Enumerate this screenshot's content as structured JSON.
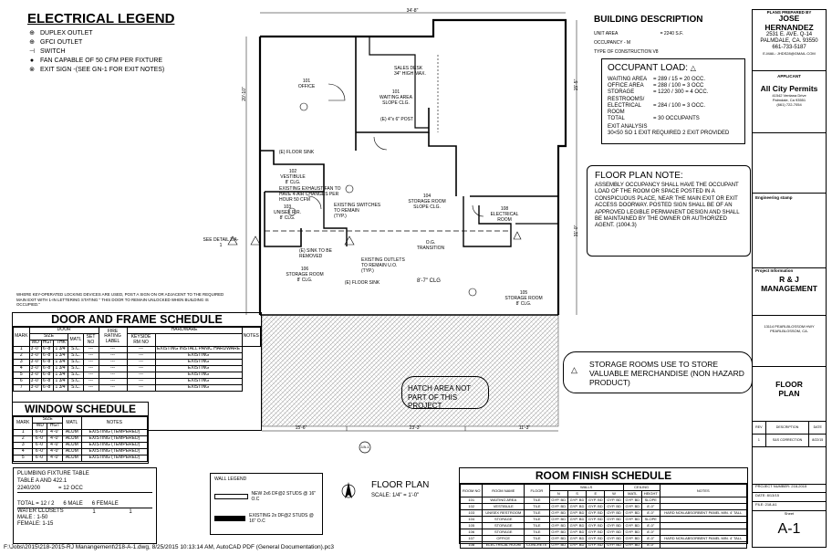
{
  "legend": {
    "title": "ELECTRICAL LEGEND",
    "items": [
      {
        "symbol": "⊕",
        "label": "DUPLEX OUTLET"
      },
      {
        "symbol": "⊕",
        "label": "GFCI OUTLET"
      },
      {
        "symbol": "⊣",
        "label": "SWITCH"
      },
      {
        "symbol": "●",
        "label": "FAN CAPABLE OF 50 CFM PER FIXTURE"
      },
      {
        "symbol": "⊗",
        "label": "EXIT SIGN -(SEE GN-1 FOR EXIT NOTES)"
      }
    ]
  },
  "building_description": {
    "title": "BUILDING DESCRIPTION",
    "unit_area_label": "UNIT AREA",
    "unit_area_value": "= 2240 S.F.",
    "occupancy": "OCCUPANCY - M",
    "construction": "TYPE OF CONSTRUCTION V8"
  },
  "occupant_load": {
    "title": "OCCUPANT LOAD:",
    "rows": [
      {
        "label": "WAITING AREA",
        "calc": "= 289 / 15 = 20 OCC."
      },
      {
        "label": "OFFICE AREA",
        "calc": "= 288 / 100 = 3 OCC"
      },
      {
        "label": "STORAGE",
        "calc": "= 1220 / 300 = 4 OCC."
      },
      {
        "label": "RESTROOMS/",
        "calc": ""
      },
      {
        "label": "ELECTRICAL ROOM",
        "calc": "= 284 / 100 = 3 OCC."
      },
      {
        "label": "TOTAL",
        "calc": "= 30 OCCUPANTS"
      }
    ],
    "exit_analysis": "EXIT ANALYSIS",
    "exit_detail": "30<50 SO 1 EXIT REQUIRED 2 EXIT PROVIDED"
  },
  "floor_plan_note": {
    "title": "FLOOR PLAN NOTE:",
    "body": "ASSEMBLY OCCUPANCY SHALL HAVE THE OCCUPANT LOAD OF THE ROOM OR SPACE POSTED IN A CONSPICUOUS PLACE, NEAR THE MAIN EXIT OR EXIT ACCESS DOORWAY. POSTED SIGN SHALL BE OF AN APPROVED LEGIBLE PERMANENT DESIGN AND SHALL BE MAINTAINED BY THE OWNER OR AUTHORIZED AGENT. (1004.3)"
  },
  "storage_note": "STORAGE ROOMS USE TO STORE VALUABLE MERCHANDISE (NON HAZARD PRODUCT)",
  "hatch_note": "HATCH AREA NOT PART OF THIS PROJECT",
  "lock_note": "WHERE KEY-OPERATED LOCKING DEVICES ARE USED, POST A SIGN ON OR ADJACENT TO THE REQUIRED MAIN EXIT WITH 1-IN LETTERING STATING \" THIS DOOR TO REMAIN UNLOCKED WHEN BUILDING IS OCCUPIED.\"",
  "plan_labels": {
    "top_dim": "34'-8\"",
    "r101": "101\nOFFICE",
    "r101b": "101\nWAITING AREA\nSLOPE CLG.",
    "sales_desk": "SALES DESK\n34\" HIGH MAX.",
    "r102": "102\nVESTIBULE\n8' CLG.",
    "r103": "103\nUNISEX R.R.\n8' CLG.",
    "r104": "104\nSTORAGE ROOM\nSLOPE CLG.",
    "r106": "106\nSTORAGE ROOM\n8' CLG.",
    "r105": "105\nSTORAGE ROOM\n8' CLG.",
    "r108": "108\nELECTRICAL\nROOM",
    "clg": "8'-7\" CLG",
    "post": "(E) 4\"x 6\" POST",
    "floor_sink": "(E) FLOOR SINK",
    "floor_sink2": "(E) FLOOR SINK",
    "sink_removed": "(E) SINK TO BE\nREMOVED",
    "exhaust": "EXISTING EXHAUST FAN TO\nHAVE 4-AIR CHANGES PER\nHOUR 50 CFM",
    "switches": "EXISTING SWITCHES\nTO REMAIN\n(TYP.)",
    "outlets": "EXISTING OUTLETS\nTO REMAIN U.O.\n(TYP.)",
    "transition": "O.G. TRANSITION",
    "see_detail": "SEE DETAIL 2/A-1",
    "dim_bottom1": "15'-6\"",
    "dim_bottom2": "23'-3\"",
    "dim_bottom3": "11'-3\"",
    "dim_left1": "20'-10\"",
    "dim_right1": "15'-5\"",
    "dim_right2": "31'-0\""
  },
  "door_schedule": {
    "title": "DOOR AND FRAME SCHEDULE",
    "group_door": "DOOR",
    "group_size": "SIZE",
    "group_hardware": "HARDWARE",
    "headers": [
      "MARK",
      "WD",
      "HGT",
      "THK",
      "MATL",
      "FIRE RATING LABEL",
      "SET NO",
      "KEYSIDE RM NO",
      "NOTES"
    ],
    "rows": [
      [
        "1",
        "3'-0\"",
        "6'-8\"",
        "1 3/4\"",
        "S.C.",
        "---",
        "---",
        "---",
        "EXISTING INSTALL PANIC HARDWARE"
      ],
      [
        "2",
        "3'-0\"",
        "6'-8\"",
        "1 3/4\"",
        "S.C.",
        "---",
        "---",
        "---",
        "EXISTING"
      ],
      [
        "3",
        "3'-0\"",
        "6'-8\"",
        "1 3/4\"",
        "S.C.",
        "---",
        "---",
        "---",
        "EXISTING"
      ],
      [
        "4",
        "3'-0\"",
        "6'-8\"",
        "1 3/4\"",
        "S.C.",
        "---",
        "---",
        "---",
        "EXISTING"
      ],
      [
        "5",
        "3'-0\"",
        "6'-8\"",
        "1 3/4\"",
        "S.C.",
        "---",
        "---",
        "---",
        "EXISTING"
      ],
      [
        "6",
        "3'-0\"",
        "6'-8\"",
        "1 3/4\"",
        "S.C.",
        "---",
        "---",
        "---",
        "EXISTING"
      ],
      [
        "7",
        "3'-0\"",
        "6'-8\"",
        "1 3/4\"",
        "S.C.",
        "---",
        "---",
        "---",
        "EXISTING"
      ]
    ]
  },
  "window_schedule": {
    "title": "WINDOW SCHEDULE",
    "group_size": "SIZE",
    "headers": [
      "MARK",
      "WD",
      "HGT",
      "MATL",
      "NOTES"
    ],
    "rows": [
      [
        "1",
        "6'-0\"",
        "4'-0\"",
        "ALUM",
        "EXISTING (TEMPERED)"
      ],
      [
        "2",
        "6'-0\"",
        "4'-0\"",
        "ALUM",
        "EXISTING (TEMPERED)"
      ],
      [
        "3",
        "6'-0\"",
        "4'-0\"",
        "ALUM",
        "EXISTING (TEMPERED)"
      ],
      [
        "4",
        "6'-0\"",
        "4'-0\"",
        "ALUM",
        "EXISTING (TEMPERED)"
      ],
      [
        "5",
        "6'-0\"",
        "4'-0\"",
        "ALUM",
        "EXISTING (TEMPERED)"
      ]
    ]
  },
  "plumbing": {
    "title": "PLUMBING FIXTURE TABLE",
    "subtitle": "TABLE A AND 422.1",
    "ratio": "2240/200",
    "occ": "= 12 OCC",
    "total": "TOTAL = 12 / 2",
    "male": "6 MALE",
    "female": "6 FEMALE",
    "wc_label": "WATER CLOSETS",
    "wc_male": "MALE : 1-50",
    "wc_female": "FEMALE: 1-15",
    "wc_m_count": "1",
    "wc_f_count": "1"
  },
  "wall_legend": {
    "title": "WALL LEGEND",
    "new_wall": "NEW 2x6 DF@2 STUDS @ 16\" O.C",
    "existing_wall": "EXISTING 2x DF@2 STUDS @ 16\" O.C"
  },
  "floor_plan_title": "FLOOR PLAN",
  "floor_plan_scale": "SCALE: 1/4\" = 1'-0\"",
  "room_finish": {
    "title": "ROOM FINISH SCHEDULE",
    "group_walls": "WALLS",
    "group_ceiling": "CEILING",
    "headers": [
      "ROOM NO",
      "ROOM NAME",
      "FLOOR",
      "N",
      "S",
      "E",
      "W",
      "MATL",
      "HEIGHT",
      "NOTES"
    ],
    "rows": [
      [
        "101",
        "WAITING AREA",
        "TILE",
        "GYP. BD",
        "GYP. BD",
        "GYP. BD",
        "GYP. BD",
        "GYP. BD",
        "SLOPE",
        ""
      ],
      [
        "102",
        "VESTIBULE",
        "TILE",
        "GYP. BD",
        "GYP. BD",
        "GYP. BD",
        "GYP. BD",
        "GYP. BD",
        "8'-0\"",
        ""
      ],
      [
        "103",
        "UNISEX RESTROOM",
        "TILE",
        "GYP. BD",
        "GYP. BD",
        "GYP. BD",
        "GYP. BD",
        "GYP. BD",
        "8'-0\"",
        "HARD NON-ABSORBENT PANEL MIN. 4' TALL"
      ],
      [
        "104",
        "STORAGE",
        "TILE",
        "GYP. BD",
        "GYP. BD",
        "GYP. BD",
        "GYP. BD",
        "GYP. BD",
        "SLOPE",
        ""
      ],
      [
        "105",
        "STORAGE",
        "TILE",
        "GYP. BD",
        "GYP. BD",
        "GYP. BD",
        "GYP. BD",
        "GYP. BD",
        "8'-0\"",
        ""
      ],
      [
        "106",
        "STORAGE",
        "TILE",
        "GYP. BD",
        "GYP. BD",
        "GYP. BD",
        "GYP. BD",
        "GYP. BD",
        "8'-0\"",
        ""
      ],
      [
        "107",
        "OFFICE",
        "TILE",
        "GYP. BD",
        "GYP. BD",
        "GYP. BD",
        "GYP. BD",
        "GYP. BD",
        "8'-0\"",
        "HARD NON-ABSORBENT PANEL MIN. 4' TALL"
      ],
      [
        "108",
        "ELECTRICAL ROOM",
        "CONCRETE",
        "GYP. BD",
        "GYP. BD",
        "GYP. BD",
        "GYP. BD",
        "GYP. BD",
        "8'-0\"",
        ""
      ]
    ]
  },
  "title_block": {
    "prepared_by": "PLANS PREPARED BY",
    "name1": "JOSE",
    "name2": "HERNANDEZ",
    "addr1": "2531 E. AVE. Q-14",
    "addr2": "PALMDALE, CA. 93550",
    "phone": "661-733-5187",
    "email": "E-MAIL: JHDS28@GMAIL.COM",
    "applicant": "APPLICANT",
    "company": "All City Permits",
    "company_addr1": "41542 Ventana Drive",
    "company_addr2": "Palmdale, Ca 93551",
    "company_phone": "(661) 722-7054",
    "stamp": "Engineering stamp",
    "project_info": "Project Information",
    "client1": "R & J",
    "client2": "MANAGEMENT",
    "site1": "13114 PEARLBLOSSOM HWY",
    "site2": "PEARLBLOSSOM, CA.",
    "sheet_name1": "FLOOR",
    "sheet_name2": "PLAN",
    "rev_header": [
      "REV",
      "DESCRIPTION",
      "DATE"
    ],
    "rev_row": [
      "1",
      "S&S CORRECTION",
      "8/22/15"
    ],
    "project_number": "PROJECT NUMBER: 218-2015",
    "date": "DATE: 8/13/15",
    "file": "FILE: 218-A1",
    "sheet_label": "Sheet",
    "sheet_number": "A-1"
  },
  "footer": "F:\\Jobs\\2015\\218-2015-RJ Manangement\\218-A-1.dwg, 8/25/2015 10:13:14 AM, AutoCAD PDF (General Documentation).pc3",
  "section_marker": "2/A-1"
}
